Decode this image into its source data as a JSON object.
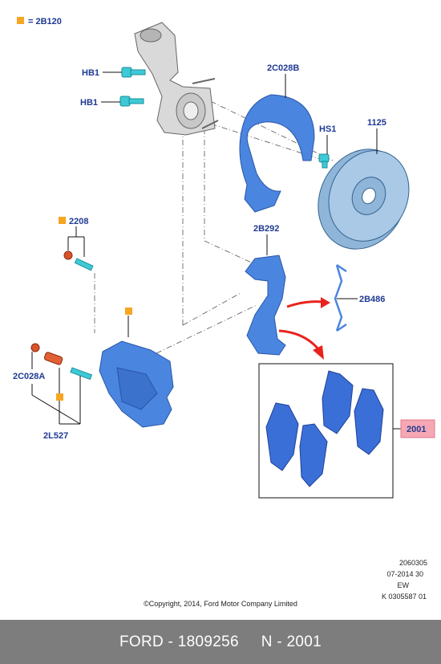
{
  "legend": {
    "marker_color": "#f5a623",
    "text": "= 2B120"
  },
  "callouts": {
    "hb1_top": "HB1",
    "hb1_bottom": "HB1",
    "shield": "2C028B",
    "hs1": "HS1",
    "disc": "1125",
    "sensor": "2208",
    "bracket": "2B292",
    "clip": "2B486",
    "pads": "2001",
    "boot": "2C028A",
    "pins": "2L527"
  },
  "info_block": [
    "2060305",
    "07-2014 30",
    "EW",
    "K 0305587 01"
  ],
  "copyright": "©Copyright, 2014, Ford Motor Company Limited",
  "footer": {
    "brand": "FORD - 1809256",
    "ref": "N - 2001"
  },
  "colors": {
    "part_blue": "#4a86e0",
    "pad_blue": "#3b6fd8",
    "cyan": "#3ec9d6",
    "knuckle_gray": "#d9d9d9",
    "arrow_red": "#e8231d",
    "highlight_pink": "#f6a7b4",
    "label_blue": "#1f3a93"
  }
}
